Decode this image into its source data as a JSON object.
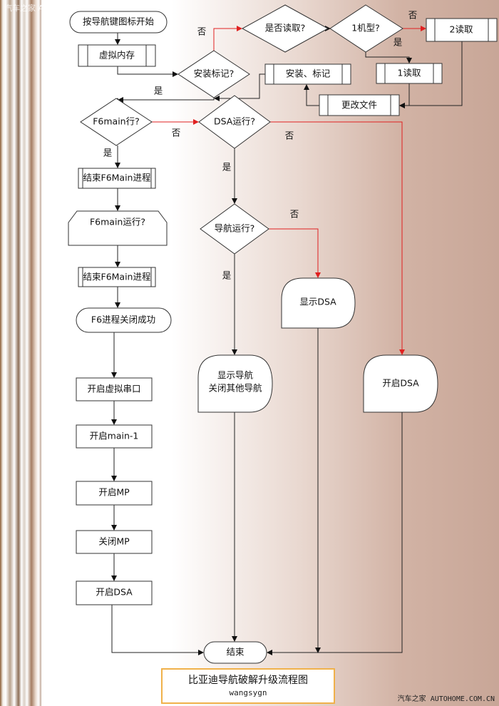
{
  "watermark_top": "汽车之家 AUTOHOME.COM.CN",
  "watermark_bottom": "汽车之家 AUTOHOME.COM.CN",
  "caption": {
    "title": "比亚迪导航破解升级流程图",
    "author": "wangsygn"
  },
  "colors": {
    "yes_edge": "#222222",
    "no_edge": "#e02020",
    "caption_border": "#f0b14a"
  },
  "nodes": {
    "start": "按导航键图标开始",
    "virtual_memory": "虚拟内存",
    "install_mark_q": "安装标记?",
    "read_q": "是否读取?",
    "model1_q": "1机型?",
    "read2": "2读取",
    "read1": "1读取",
    "install_mark": "安装、标记",
    "modify_file": "更改文件",
    "f6main_run_q": "F6main行?",
    "dsa_run_q": "DSA运行?",
    "end_f6main_1": "结束F6Main进程",
    "f6main_run_q2": "F6main运行?",
    "end_f6main_2": "结束F6Main进程",
    "f6_closed_ok": "F6进程关闭成功",
    "open_virtual_serial": "开启虚拟串口",
    "open_main1": "开启main-1",
    "open_mp": "开启MP",
    "close_mp": "关闭MP",
    "open_dsa_left": "开启DSA",
    "nav_run_q": "导航运行?",
    "show_dsa": "显示DSA",
    "show_nav_1": "显示导航",
    "show_nav_2": "关闭其他导航",
    "open_dsa_right": "开启DSA",
    "end": "结束"
  },
  "edge_labels": {
    "yes": "是",
    "no": "否"
  }
}
